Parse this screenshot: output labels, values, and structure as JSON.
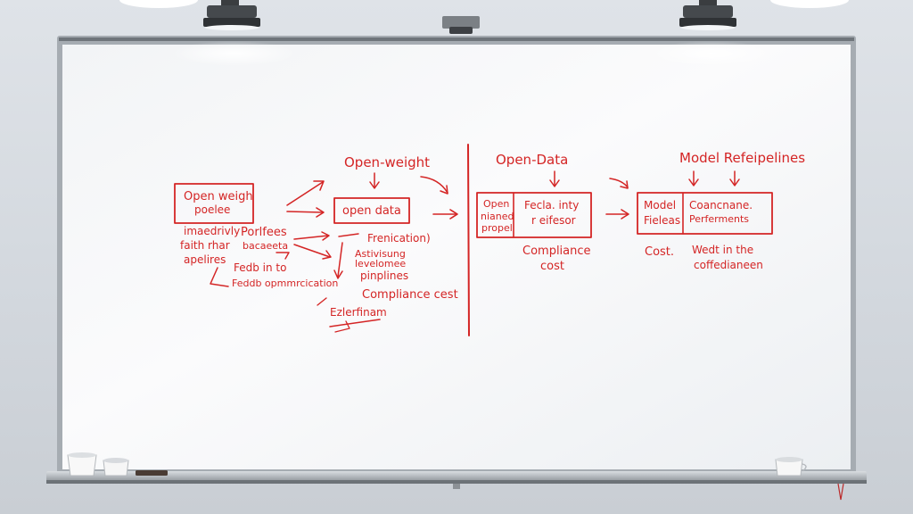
{
  "colors": {
    "wall": "#d6dbe1",
    "board": "#f7f8f9",
    "frame": "#9aa0a6",
    "marker": "#d42525"
  },
  "whiteboard": {
    "left": {
      "box_label_1": "Open weigh",
      "box_label_2": "poelee",
      "note1": "imaedrivly",
      "note2": "faith rhar",
      "note3": "apelires",
      "mid1": "Porlfees",
      "mid2": "bacaeeta",
      "mid3": "Fedb in to",
      "mid4": "Feddb opmmrcication"
    },
    "center_left": {
      "header": "Open-weight",
      "box_label": "open data",
      "sub1": "Frenication)",
      "sub2": "Astivisung",
      "sub3": "levelomee",
      "sub4": "pinplines",
      "cost": "Compliance cest",
      "foot": "Ezlerfinam"
    },
    "center_right": {
      "header": "Open-Data",
      "box1_line1": "Open",
      "box1_line2": "nianed",
      "box1_line3": "propel",
      "box2_line1": "Fecla. inty",
      "box2_line2": "r eifesor",
      "cost1": "Compliance",
      "cost2": "cost"
    },
    "right": {
      "header": "Model Refeipelines",
      "box1_line1": "Model",
      "box1_line2": "Fieleas",
      "box2_line1": "Coancnane.",
      "box2_line2": "Perferments",
      "note1": "Cost.",
      "note2": "Wedt in the",
      "note3": "coffedianeen"
    }
  }
}
